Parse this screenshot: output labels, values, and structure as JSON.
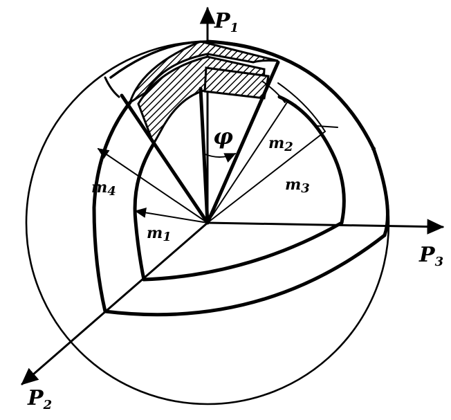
{
  "labels": {
    "p1": "P",
    "p1_sub": "1",
    "p2": "P",
    "p2_sub": "2",
    "p3": "P",
    "p3_sub": "3",
    "phi": "φ",
    "m1": "m",
    "m1_sub": "1",
    "m2": "m",
    "m2_sub": "2",
    "m3": "m",
    "m3_sub": "3",
    "m4": "m",
    "m4_sub": "4"
  },
  "colors": {
    "ink": "#000000",
    "paper": "#ffffff"
  }
}
